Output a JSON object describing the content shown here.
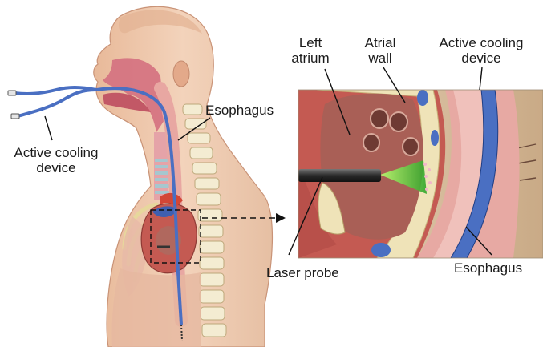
{
  "labels": {
    "left_atrium": [
      "Left",
      "atrium"
    ],
    "atrial_wall": [
      "Atrial",
      "wall"
    ],
    "active_cooling_device_right": [
      "Active cooling",
      "device"
    ],
    "esophagus_left": "Esophagus",
    "active_cooling_device_left": [
      "Active cooling",
      "device"
    ],
    "laser_probe": "Laser probe",
    "esophagus_right": "Esophagus"
  },
  "colors": {
    "skin": "#f1cdb2",
    "airway": "#d4707f",
    "esophagus": "#e8a7a2",
    "cooling_device": "#4a6fc2",
    "bone": "#f4ecd2",
    "heart_muscle": "#c45a52",
    "atrium_cavity": "#b0685e",
    "laser_beam": "#7be34a",
    "probe": "#3b3b3b",
    "background_tissue": "#d9c0a2"
  }
}
